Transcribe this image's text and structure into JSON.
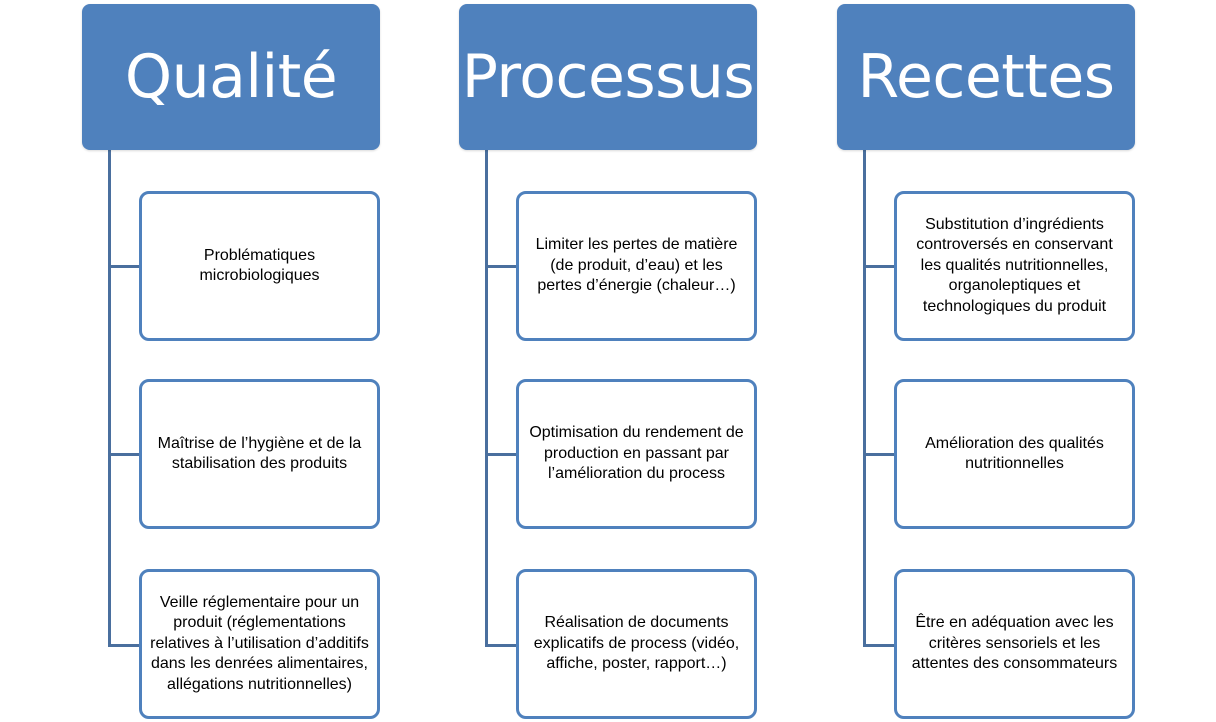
{
  "columns": [
    {
      "title": "Qualité",
      "items": [
        "Problématiques microbiologiques",
        "Maîtrise de l’hygiène et de la stabilisation des produits",
        "Veille réglementaire  pour un produit (réglementations relatives à l’utilisation d’additifs dans les denrées alimentaires, allégations nutritionnelles)"
      ]
    },
    {
      "title": "Processus",
      "items": [
        "Limiter les pertes de matière (de produit, d’eau) et les pertes d’énergie (chaleur…)",
        "Optimisation du rendement de production en passant par l’amélioration du process",
        "Réalisation de documents explicatifs de process (vidéo, affiche, poster, rapport…)"
      ]
    },
    {
      "title": "Recettes",
      "items": [
        "Substitution d’ingrédients controversés en conservant les qualités nutritionnelles, organoleptiques et technologiques du produit",
        "Amélioration des qualités nutritionnelles",
        "Être en adéquation avec les critères sensoriels et les attentes des consommateurs"
      ]
    }
  ],
  "colors": {
    "header_fill": "#4f81bd",
    "box_border": "#4f81bd",
    "connector": "#4a6f9e"
  }
}
